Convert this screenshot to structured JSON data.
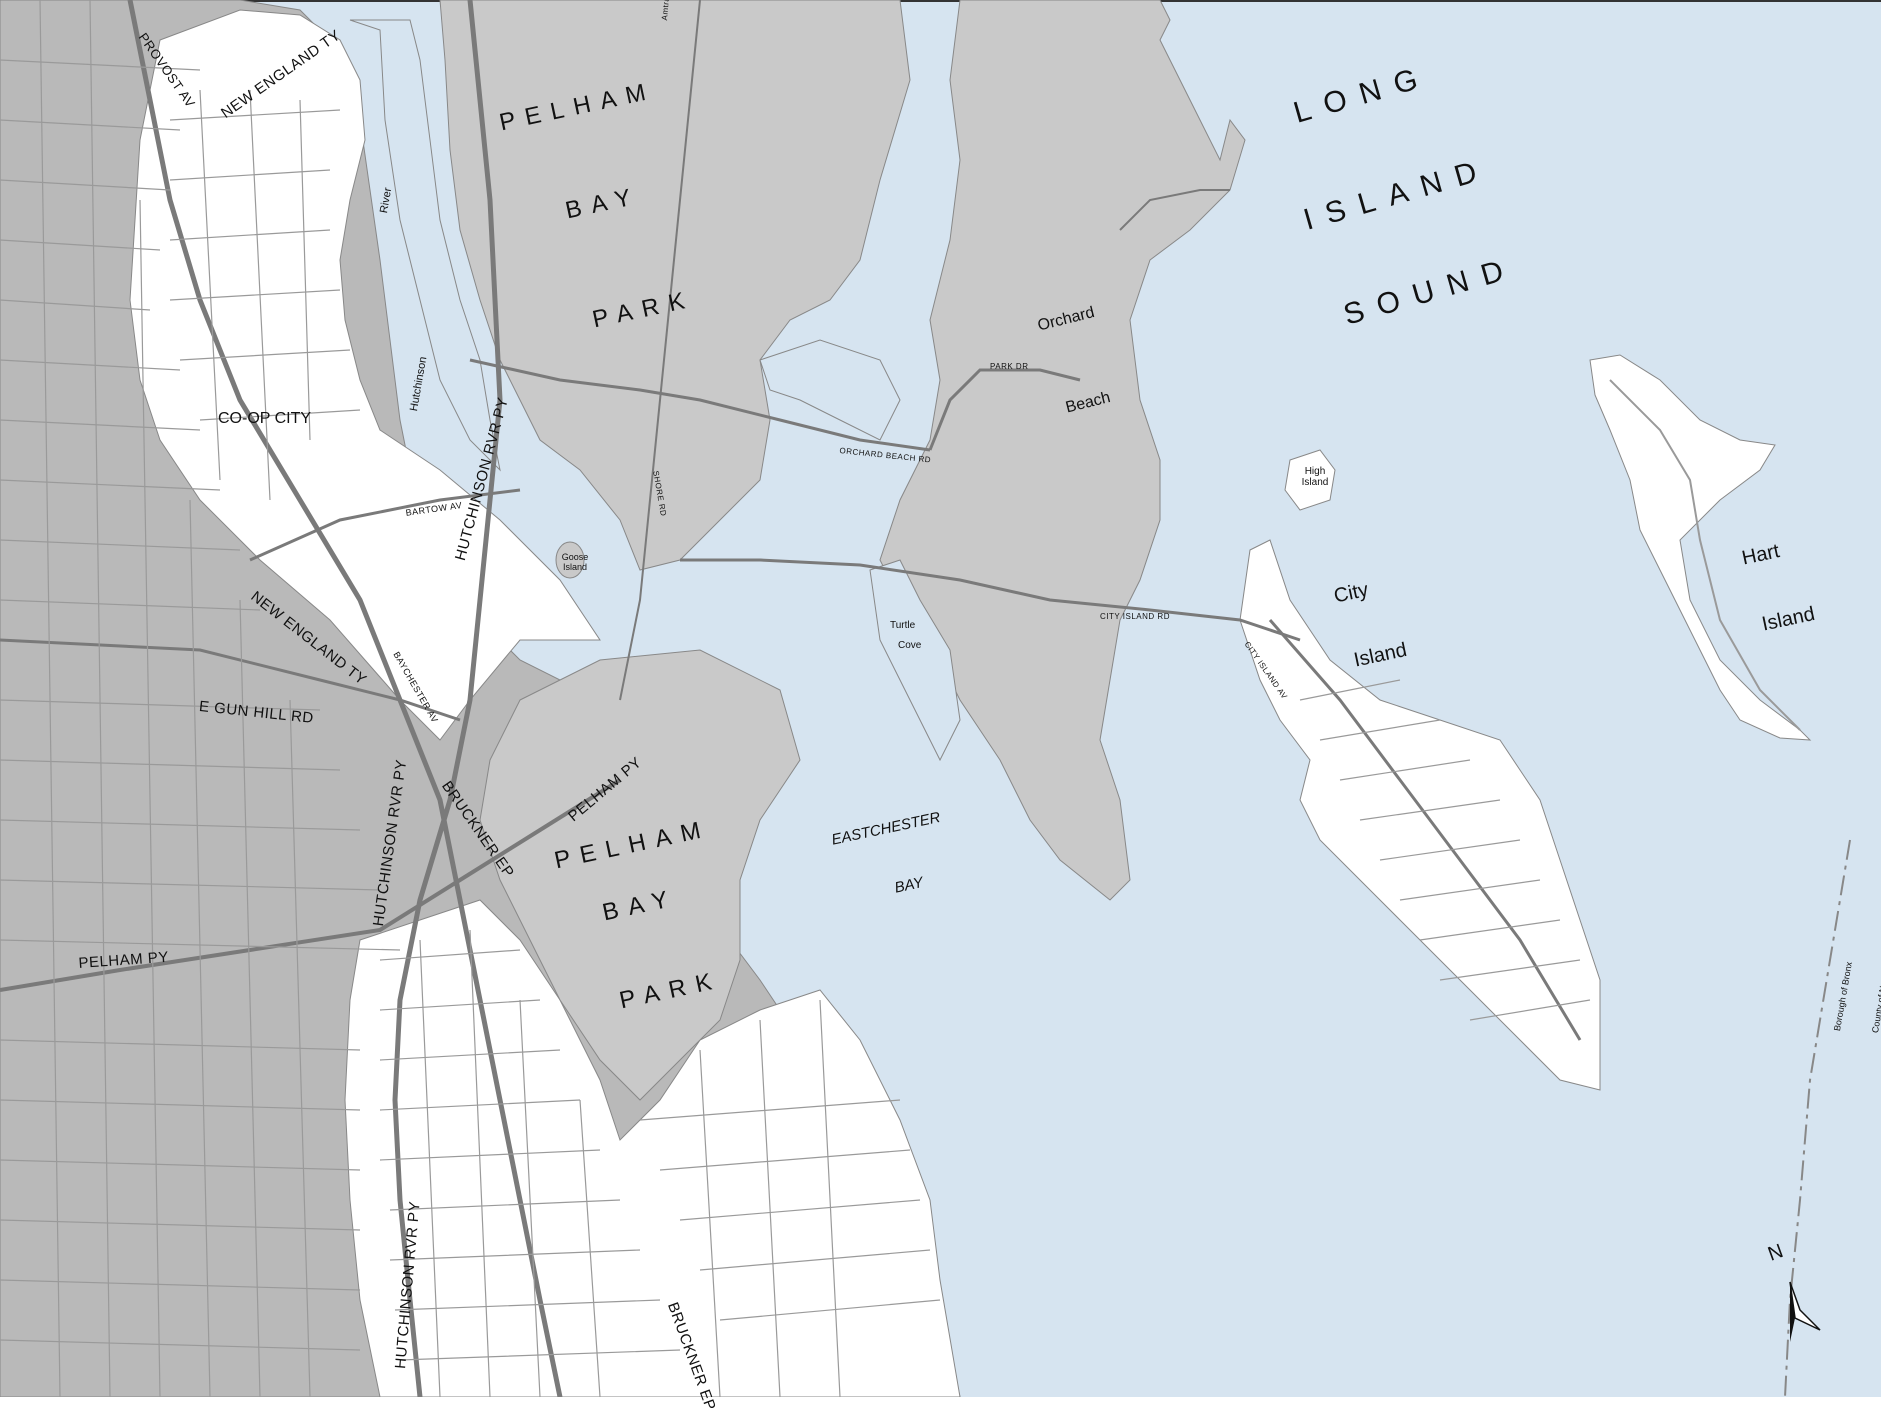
{
  "map": {
    "colors": {
      "water": "#d6e4f0",
      "park": "#c9c9c9",
      "land_dark": "#b9b9b9",
      "land_white": "#ffffff",
      "road": "#7a7a7a",
      "text": "#111111"
    },
    "labels": {
      "long": "LONG",
      "island": "ISLAND",
      "sound": "SOUND",
      "pelham_north": "PELHAM",
      "bay_north": "BAY",
      "park_north": "PARK",
      "pelham_south": "PELHAM",
      "bay_south": "BAY",
      "park_south": "PARK",
      "co_op_city": "CO-OP CITY",
      "orchard": "Orchard",
      "beach": "Beach",
      "high_island": "High Island",
      "city": "City",
      "city_island": "Island",
      "hart": "Hart",
      "hart_island": "Island",
      "eastchester": "EASTCHESTER",
      "eastchester_bay": "BAY",
      "turtle": "Turtle",
      "cove": "Cove",
      "hutchinson_river_label": "Hutchinson",
      "river_label": "River",
      "goose_island": "Goose Island",
      "borough_bronx": "Borough of Bronx",
      "county_nassau": "County of Nassau"
    },
    "roads": {
      "provost_av": "PROVOST AV",
      "new_england_ty_north": "NEW ENGLAND TY",
      "new_england_ty_south": "NEW ENGLAND TY",
      "hutchinson_rvr_py_north": "HUTCHINSON RVR PY",
      "hutchinson_rvr_py_mid": "HUTCHINSON RVR PY",
      "hutchinson_rvr_py_south": "HUTCHINSON RVR PY",
      "bruckner_ep_north": "BRUCKNER EP",
      "bruckner_ep_south": "BRUCKNER EP",
      "pelham_py_east": "PELHAM PY",
      "pelham_py_west": "PELHAM PY",
      "e_gun_hill_rd": "E GUN HILL RD",
      "baychester_av": "BAYCHESTER AV",
      "bartow_av": "BARTOW AV",
      "city_island_rd": "CITY ISLAND RD",
      "orchard_beach_rd": "ORCHARD BEACH RD",
      "park_dr": "PARK DR",
      "shore_rd": "SHORE RD",
      "city_island_av": "CITY ISLAND AV",
      "amtrak": "Amtrak"
    },
    "north_arrow": "N"
  }
}
